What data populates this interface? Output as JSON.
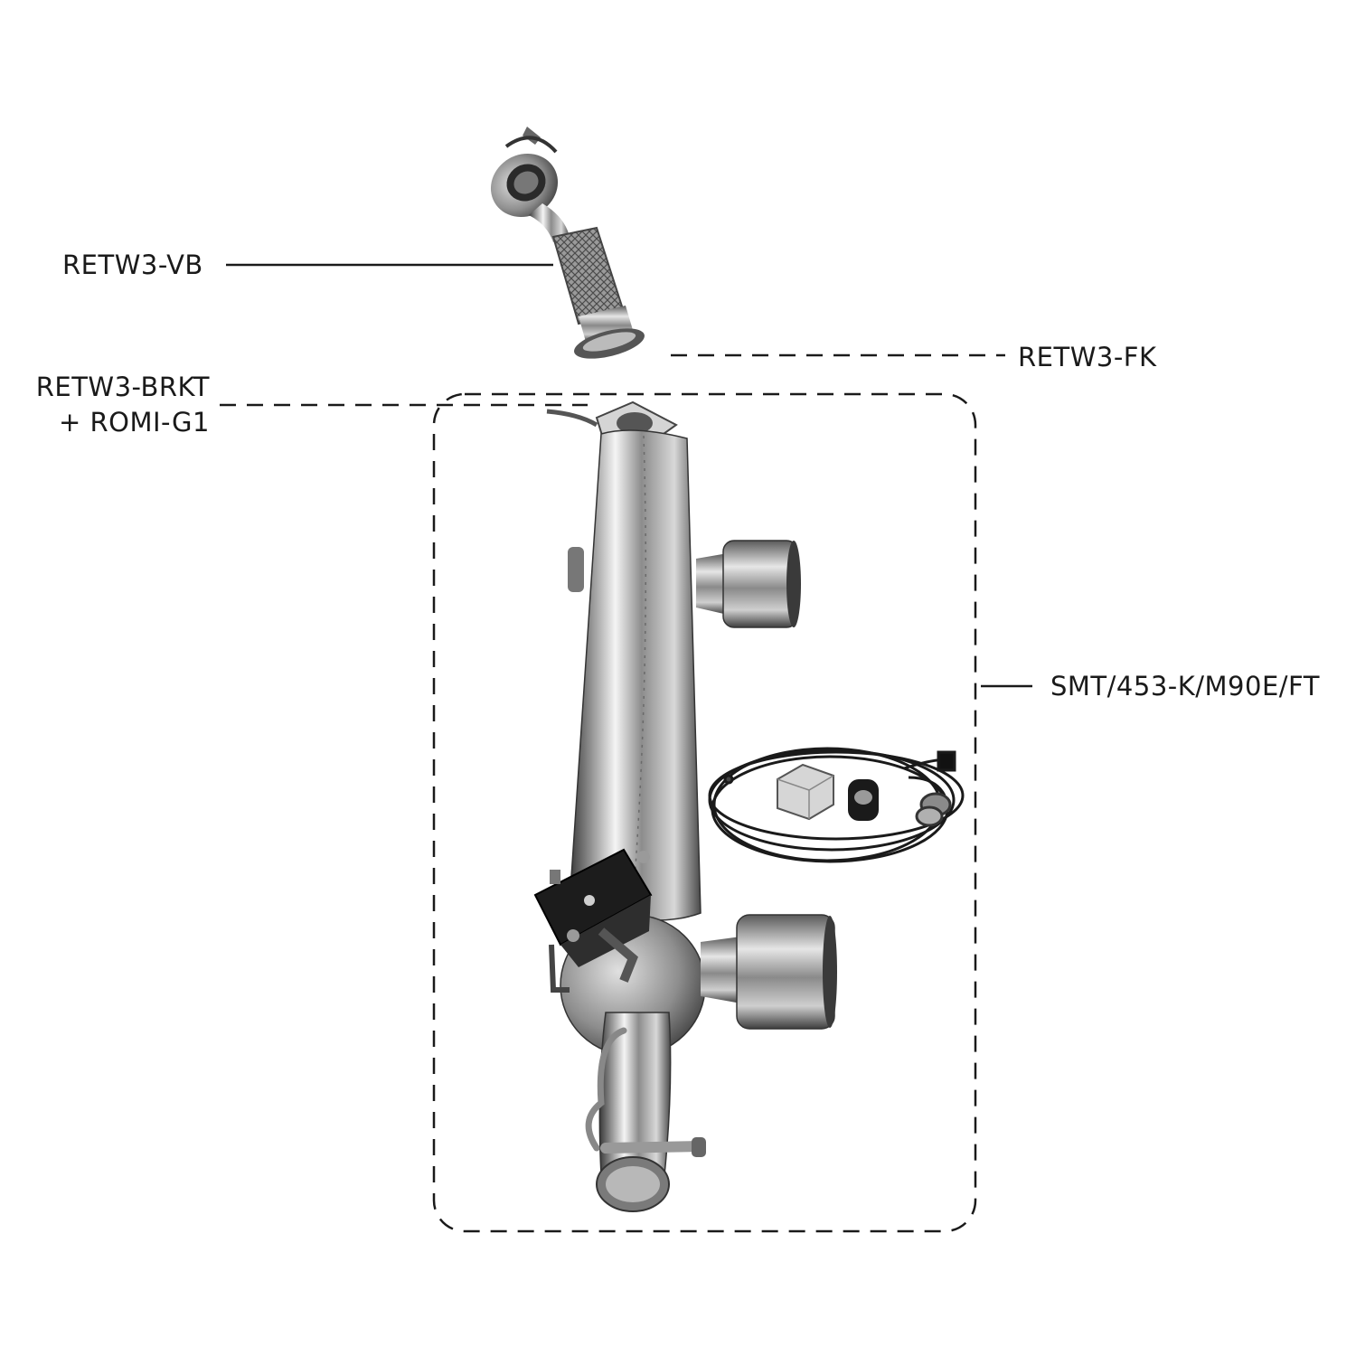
{
  "labels": {
    "downpipe": "RETW3-VB",
    "kit": "RETW3-FK",
    "bracket_line1": "RETW3-BRKT",
    "bracket_line2": "+ ROMI-G1",
    "silencer": "SMT/453-K/M90E/FT"
  },
  "components": {
    "downpipe": {
      "icon": "downpipe-icon"
    },
    "silencer": {
      "icon": "silencer-icon"
    },
    "tailpipe_upper": {
      "icon": "tailpipe-icon"
    },
    "tailpipe_lower": {
      "icon": "tailpipe-icon"
    },
    "valve_actuator": {
      "icon": "valve-actuator-icon"
    },
    "wiring_harness": {
      "icon": "wiring-harness-icon"
    },
    "control_box": {
      "icon": "control-box-icon"
    },
    "remote_key": {
      "icon": "remote-key-icon"
    }
  },
  "colors": {
    "text": "#1a1a1a",
    "lines": "#1a1a1a",
    "metal_dark": "#5a5a5a",
    "metal_light": "#e8e8e8"
  }
}
